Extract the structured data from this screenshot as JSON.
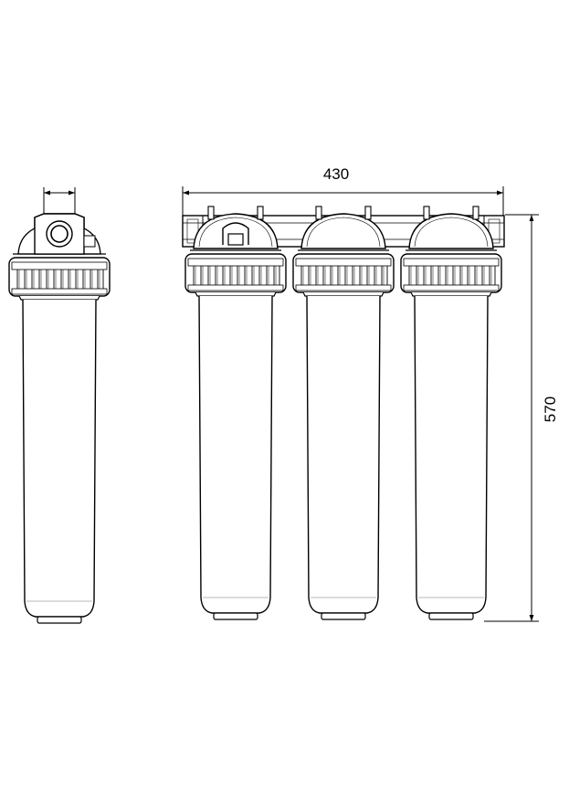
{
  "drawing": {
    "dimension_width": "430",
    "dimension_height": "570",
    "line_color": "#000000",
    "thin_line_color": "#555555",
    "background": "#ffffff"
  },
  "views": {
    "side_view": {
      "housing_count": 1
    },
    "front_view": {
      "housing_count": 3
    }
  }
}
